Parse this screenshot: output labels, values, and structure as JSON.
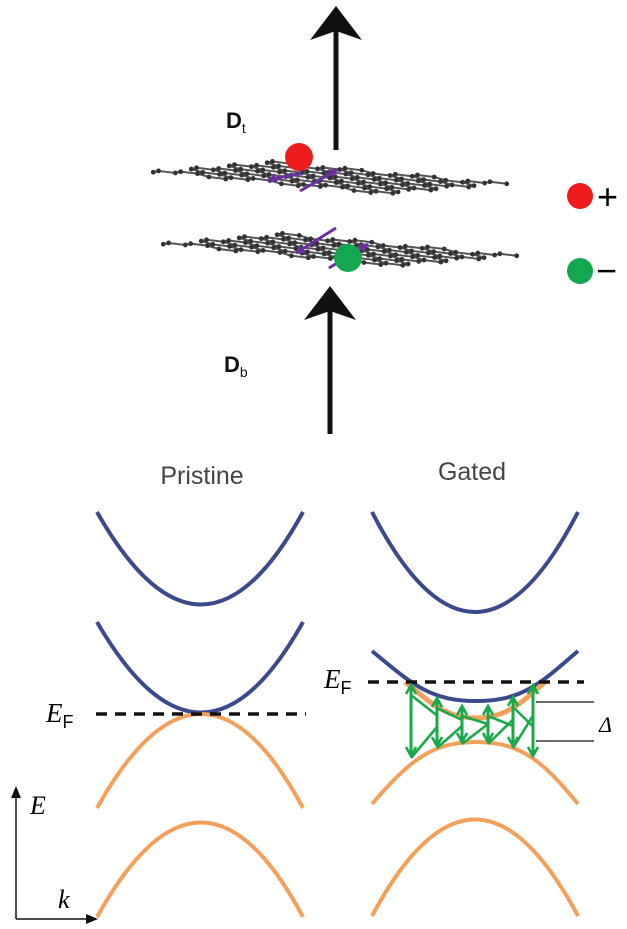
{
  "field_labels": {
    "top": {
      "main": "D",
      "sub": "t"
    },
    "bottom": {
      "main": "D",
      "sub": "b"
    }
  },
  "legend": {
    "plus": "+",
    "minus": "−"
  },
  "panels": {
    "pristine": {
      "title": "Pristine"
    },
    "gated": {
      "title": "Gated"
    }
  },
  "fermi_label": {
    "main": "E",
    "sub": "F"
  },
  "gap_label": "Δ",
  "axes": {
    "y": "E",
    "x": "k"
  },
  "colors": {
    "conduction_band": "#3a4a8c",
    "valence_band": "#f4a05a",
    "hole": "#ee1c1c",
    "electron": "#13a74f",
    "transition_arrows": "#1aa84a",
    "pseudospin_arrows": "#6a2fa0",
    "lattice": "#555555"
  }
}
